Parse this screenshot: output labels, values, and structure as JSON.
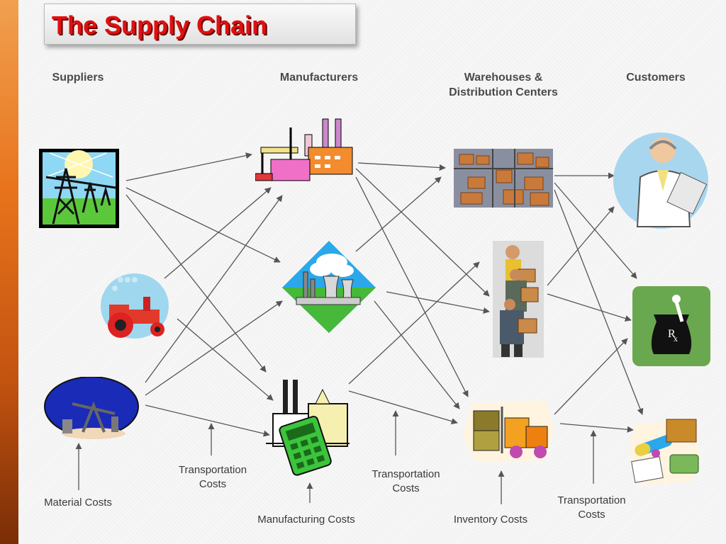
{
  "title": "The Supply Chain",
  "columns": {
    "suppliers": "Suppliers",
    "manufacturers": "Manufacturers",
    "warehouses_line1": "Warehouses &",
    "warehouses_line2": "Distribution Centers",
    "customers": "Customers"
  },
  "costs": {
    "material": "Material Costs",
    "transport1_line1": "Transportation",
    "transport1_line2": "Costs",
    "manufacturing": "Manufacturing Costs",
    "transport2_line1": "Transportation",
    "transport2_line2": "Costs",
    "inventory": "Inventory Costs",
    "transport3_line1": "Transportation",
    "transport3_line2": "Costs"
  },
  "nodes": {
    "suppliers": [
      "power-lines-icon",
      "tractor-icon",
      "oil-pump-icon"
    ],
    "manufacturers": [
      "factory-icon",
      "power-plant-icon",
      "calculator-factory-icon"
    ],
    "warehouses": [
      "warehouse-shelves-icon",
      "workers-boxes-icon",
      "forklift-icon"
    ],
    "customers": [
      "doctor-icon",
      "pharmacy-rx-icon",
      "medicine-icon"
    ]
  },
  "colors": {
    "title": "#e01010",
    "accent_bar": "#e8731c",
    "arrow": "#555555"
  }
}
